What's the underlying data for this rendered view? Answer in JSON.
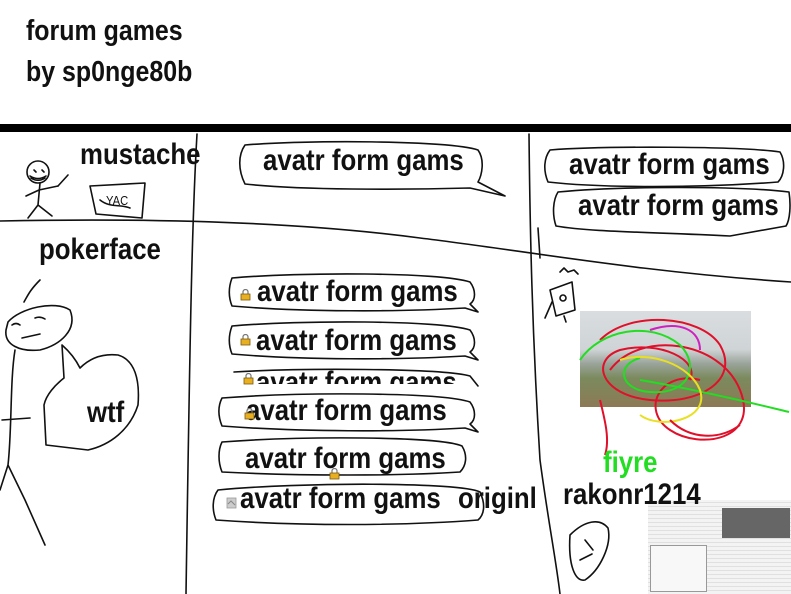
{
  "title": {
    "line1": "forum games",
    "line2": "by sp0nge80b"
  },
  "captions": {
    "mustache": "mustache",
    "pokerface": "pokerface",
    "wtf": "wtf",
    "fiyre": "fiyre",
    "rakonr": "rakonr1214",
    "originl": "originl"
  },
  "bubble_text": "avatr form gams",
  "sketch_text": "YAC",
  "colors": {
    "fiyre": "#22dd22",
    "ink": "#111111"
  },
  "icons": [
    "lock-icon",
    "broken-image-icon"
  ]
}
